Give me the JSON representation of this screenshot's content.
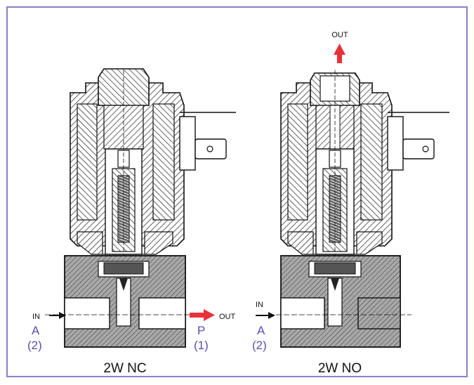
{
  "diagram": {
    "frame_color": "#8b7fc8",
    "hatch_color": "#222222",
    "fill_color": "#9a9a9a",
    "arrow_color": "#e8323a",
    "port_label_color": "#5a4fb0",
    "valves": [
      {
        "title": "2W NC",
        "in_label": "IN",
        "in_port_letter": "A",
        "in_port_number": "(2)",
        "out_label": "OUT",
        "out_port_letter": "P",
        "out_port_number": "(1)"
      },
      {
        "title": "2W NO",
        "in_label": "IN",
        "in_port_letter": "A",
        "in_port_number": "(2)",
        "top_out_label": "OUT"
      }
    ]
  }
}
